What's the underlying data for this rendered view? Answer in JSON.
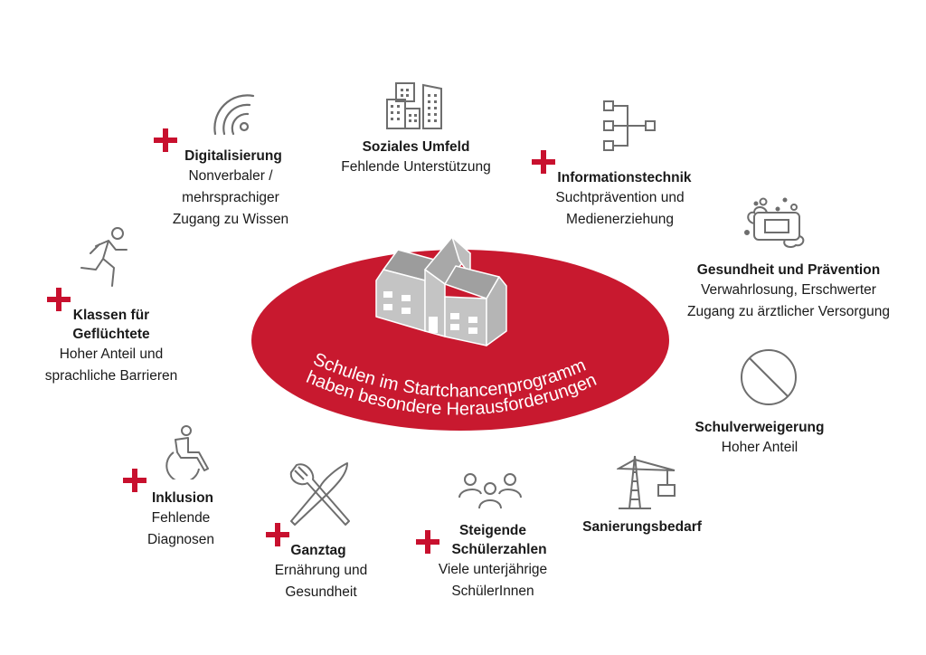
{
  "center": {
    "line1": "Schulen im Startchancenprogramm",
    "line2": "haben besondere Herausforderungen",
    "ellipse_color": "#c8192f"
  },
  "colors": {
    "accent_red": "#c8102e",
    "icon_gray": "#6e6e6e",
    "building_gray": "#a6a6a6"
  },
  "items": {
    "digitalisierung": {
      "title": "Digitalisierung",
      "desc": [
        "Nonverbaler /",
        "mehrsprachiger",
        "Zugang zu Wissen"
      ],
      "icon": "wifi-signal-icon",
      "plus": true
    },
    "soziales": {
      "title": "Soziales Umfeld",
      "desc": [
        "Fehlende Unterstützung"
      ],
      "icon": "city-buildings-icon",
      "plus": false
    },
    "informationstechnik": {
      "title": "Informationstechnik",
      "desc": [
        "Suchtprävention und",
        "Medienerziehung"
      ],
      "icon": "hierarchy-icon",
      "plus": true
    },
    "gesundheit": {
      "title": "Gesundheit und Prävention",
      "desc": [
        "Verwahrlosung, Erschwerter",
        "Zugang zu ärztlicher Versorgung"
      ],
      "icon": "soap-icon",
      "plus": false
    },
    "schulverweigerung": {
      "title": "Schulverweigerung",
      "desc": [
        "Hoher Anteil"
      ],
      "icon": "prohibited-icon",
      "plus": false
    },
    "sanierung": {
      "title": "Sanierungsbedarf",
      "desc": [],
      "icon": "crane-icon",
      "plus": false
    },
    "schuelerzahlen": {
      "title1": "Steigende",
      "title2": "Schülerzahlen",
      "desc": [
        "Viele unterjährige",
        "SchülerInnen"
      ],
      "icon": "group-icon",
      "plus": true
    },
    "ganztag": {
      "title": "Ganztag",
      "desc": [
        "Ernährung und",
        "Gesundheit"
      ],
      "icon": "fork-knife-icon",
      "plus": true
    },
    "inklusion": {
      "title": "Inklusion",
      "desc": [
        "Fehlende",
        "Diagnosen"
      ],
      "icon": "wheelchair-icon",
      "plus": true
    },
    "gefluechtete": {
      "title1": "Klassen für",
      "title2": "Geflüchtete",
      "desc": [
        "Hoher Anteil und",
        "sprachliche Barrieren"
      ],
      "icon": "running-person-icon",
      "plus": true
    }
  }
}
